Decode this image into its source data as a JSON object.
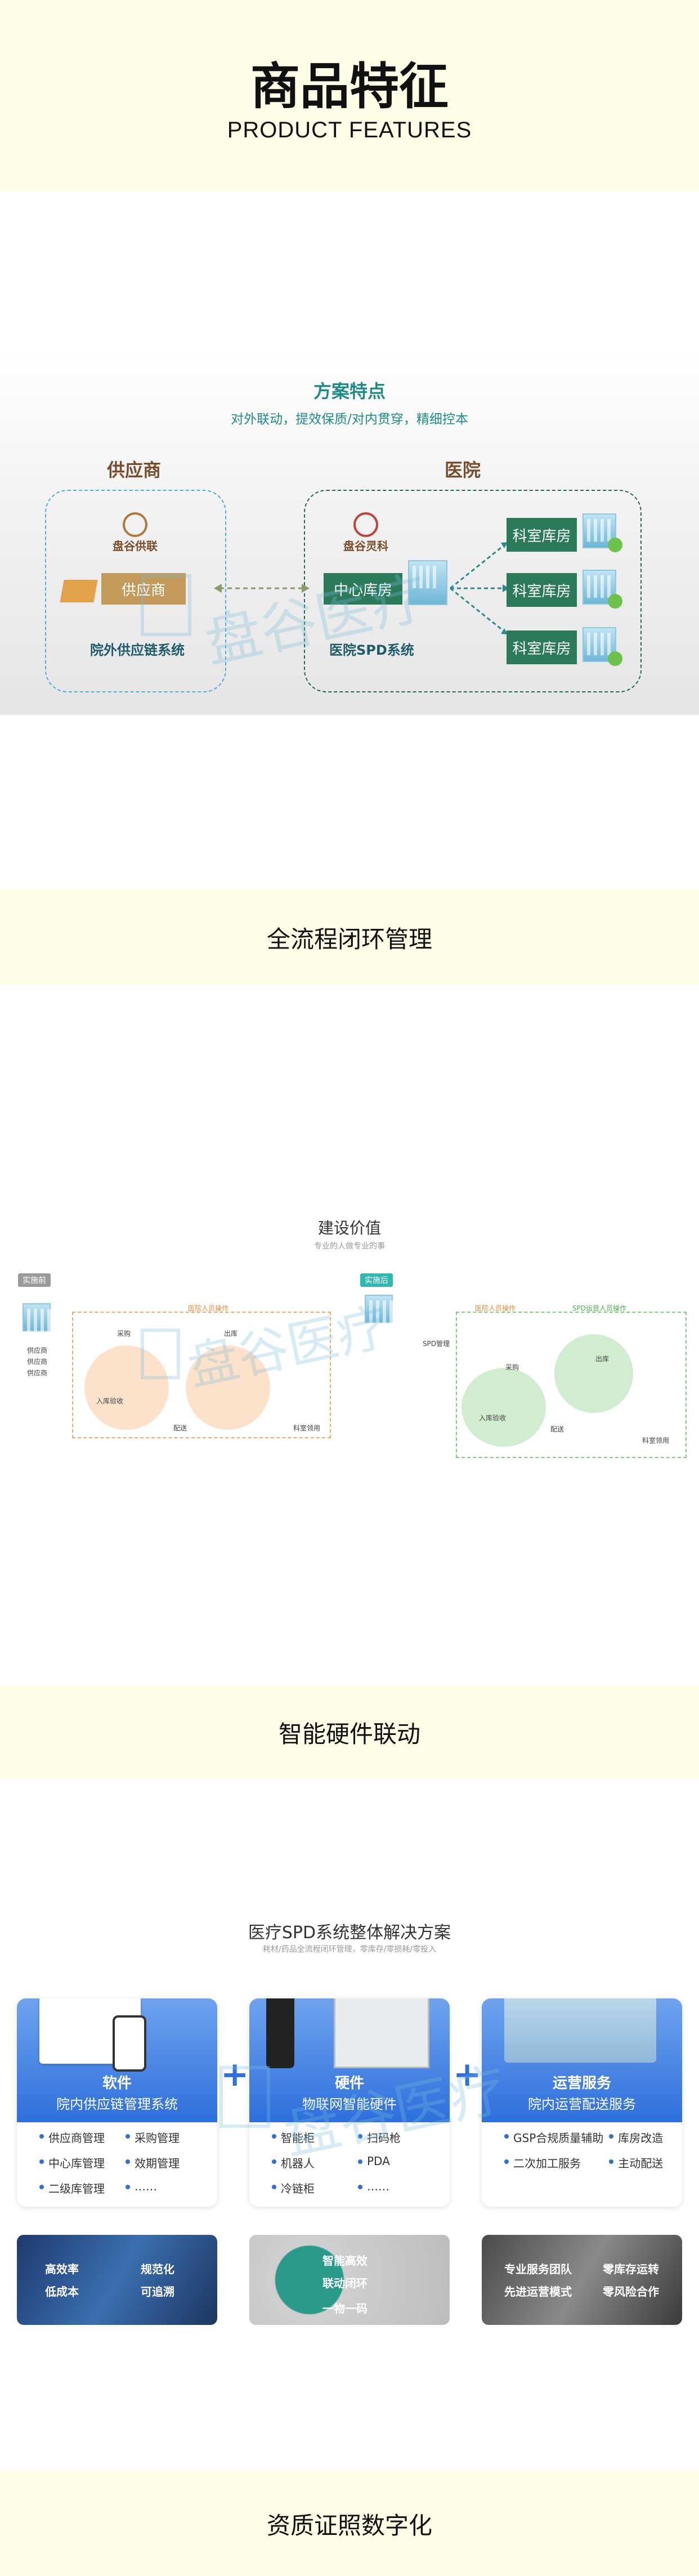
{
  "header": {
    "title": "商品特征",
    "subtitle": "PRODUCT FEATURES"
  },
  "solution": {
    "title": "方案特点",
    "subtitle": "对外联动，提效保质/对内贯穿，精细控本",
    "supplier_label": "供应商",
    "hospital_label": "医院",
    "supplier_logo_name": "盘谷供联",
    "hospital_logo_name": "盘谷灵科",
    "supplier_node": "供应商",
    "supplier_system": "院外供应链系统",
    "center_node": "中心库房",
    "hospital_system": "医院SPD系统",
    "dept_nodes": [
      "科室库房",
      "科室库房",
      "科室库房"
    ]
  },
  "watermark": "盘谷医疗",
  "sections": {
    "loop": "全流程闭环管理",
    "hardware": "智能硬件联动",
    "certs": "资质证照数字化"
  },
  "construction": {
    "title": "建设价值",
    "subtitle": "专业的人做专业的事",
    "before_tag": "实施前",
    "after_tag": "实施后",
    "before_nodes": [
      "供应商",
      "供应商",
      "供应商",
      "采购",
      "入库验收",
      "出库",
      "配送",
      "科室领用",
      "医院人员操作"
    ],
    "after_nodes": [
      "SPD管理",
      "医院人员操作",
      "SPD运营人员操作",
      "采购",
      "入库验收",
      "出库",
      "配送",
      "科室领用"
    ]
  },
  "spd": {
    "title": "医疗SPD系统整体解决方案",
    "subtitle": "耗材/药品全流程闭环管理，零库存/零损耗/零投入",
    "cards": [
      {
        "name": "软件",
        "desc": "院内供应链管理系统",
        "items": [
          "供应商管理",
          "采购管理",
          "中心库管理",
          "效期管理",
          "二级库管理",
          "……"
        ]
      },
      {
        "name": "硬件",
        "desc": "物联网智能硬件",
        "items": [
          "智能柜",
          "扫码枪",
          "机器人",
          "PDA",
          "冷链柜",
          "……"
        ]
      },
      {
        "name": "运营服务",
        "desc": "院内运营配送服务",
        "items": [
          "GSP合规质量辅助",
          "库房改造",
          "二次加工服务",
          "主动配送"
        ]
      }
    ],
    "photos": [
      [
        "高效率",
        "规范化",
        "低成本",
        "可追溯"
      ],
      [
        "智能高效",
        "联动闭环",
        "一物一码"
      ],
      [
        "专业服务团队",
        "零库存运转",
        "先进运营模式",
        "零风险合作"
      ]
    ]
  },
  "colors": {
    "accent_teal": "#1e8c86",
    "brand_brown": "#7a4d2a",
    "band_bg": "#fefde6",
    "blue": "#2d6fdc",
    "green": "#2b7a5a"
  }
}
